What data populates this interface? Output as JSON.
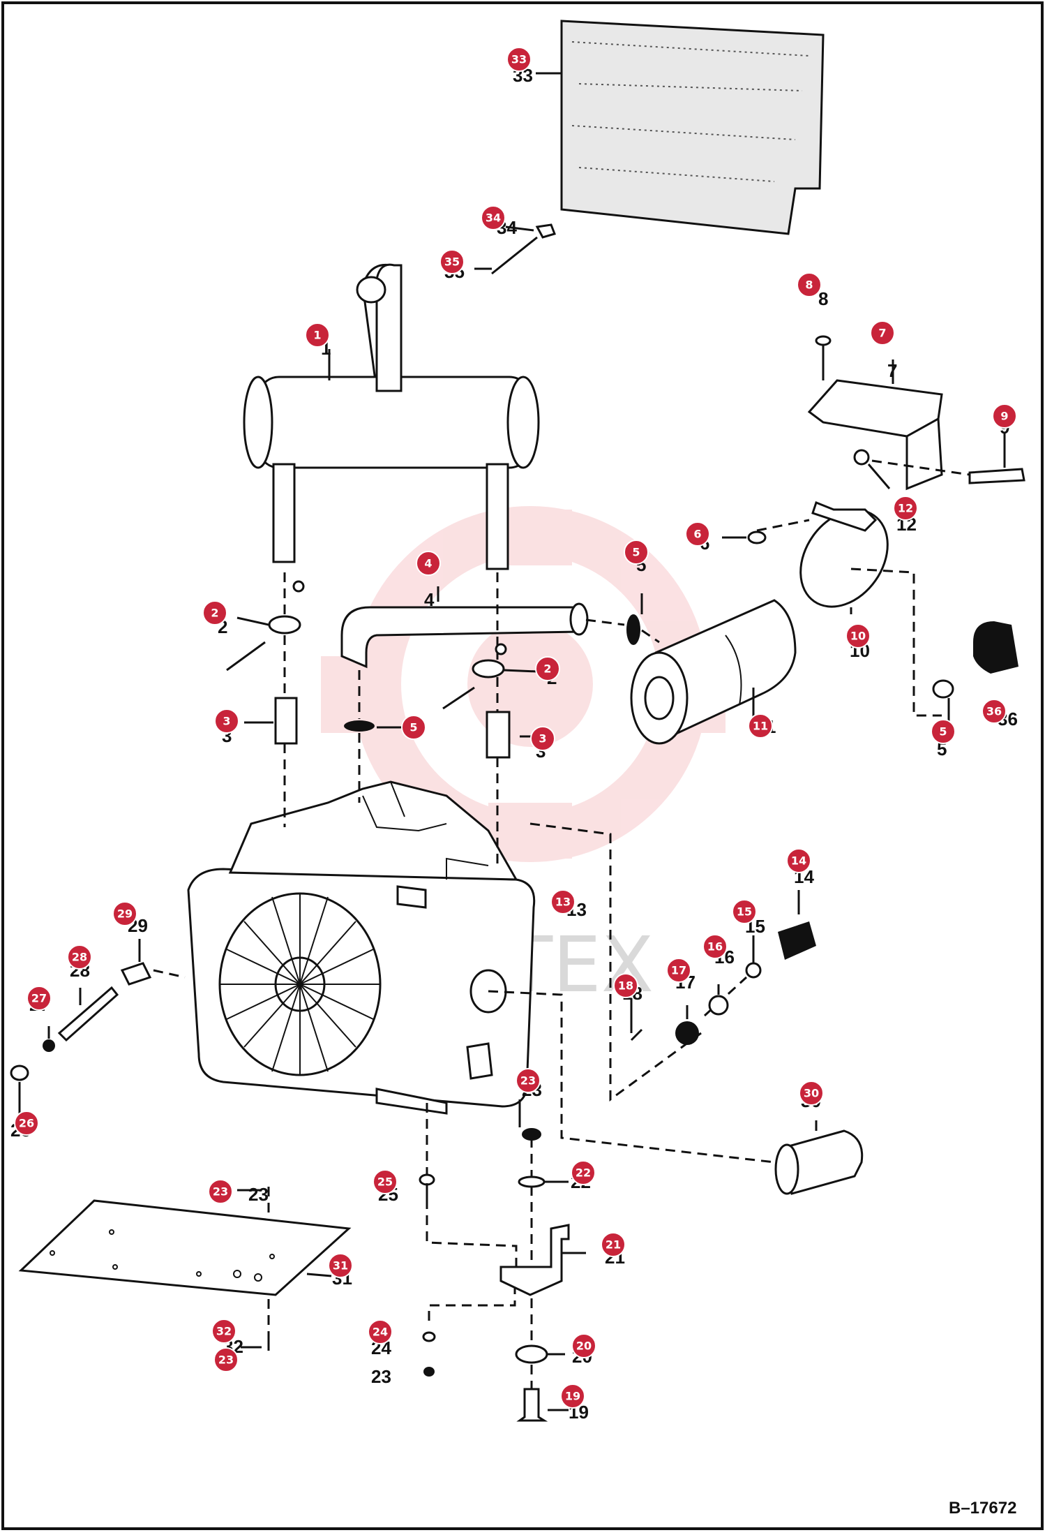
{
  "drawing_id": "B–17672",
  "watermark_text": "ИНТЕХ",
  "colors": {
    "callout": "#c8243a",
    "ink": "#111111",
    "watermark_gear": "#f7c9cc"
  },
  "callouts": [
    {
      "n": "1"
    },
    {
      "n": "2"
    },
    {
      "n": "2"
    },
    {
      "n": "3"
    },
    {
      "n": "3"
    },
    {
      "n": "4"
    },
    {
      "n": "5"
    },
    {
      "n": "5"
    },
    {
      "n": "5"
    },
    {
      "n": "6"
    },
    {
      "n": "7"
    },
    {
      "n": "8"
    },
    {
      "n": "9"
    },
    {
      "n": "10"
    },
    {
      "n": "11"
    },
    {
      "n": "12"
    },
    {
      "n": "13"
    },
    {
      "n": "14"
    },
    {
      "n": "15"
    },
    {
      "n": "16"
    },
    {
      "n": "17"
    },
    {
      "n": "18"
    },
    {
      "n": "19"
    },
    {
      "n": "20"
    },
    {
      "n": "21"
    },
    {
      "n": "22"
    },
    {
      "n": "23"
    },
    {
      "n": "23"
    },
    {
      "n": "23"
    },
    {
      "n": "24"
    },
    {
      "n": "25"
    },
    {
      "n": "26"
    },
    {
      "n": "27"
    },
    {
      "n": "28"
    },
    {
      "n": "29"
    },
    {
      "n": "30"
    },
    {
      "n": "31"
    },
    {
      "n": "32"
    },
    {
      "n": "33"
    },
    {
      "n": "34"
    },
    {
      "n": "35"
    },
    {
      "n": "36"
    }
  ],
  "labels": [
    "33",
    "34",
    "35",
    "8",
    "7",
    "9",
    "12",
    "1",
    "6",
    "10",
    "4",
    "5",
    "2",
    "2",
    "3",
    "5",
    "3",
    "11",
    "5",
    "36",
    "13",
    "14",
    "15",
    "16",
    "17",
    "18",
    "29",
    "28",
    "27",
    "26",
    "23",
    "30",
    "22",
    "25",
    "23",
    "21",
    "31",
    "32",
    "24",
    "23",
    "20",
    "19"
  ]
}
